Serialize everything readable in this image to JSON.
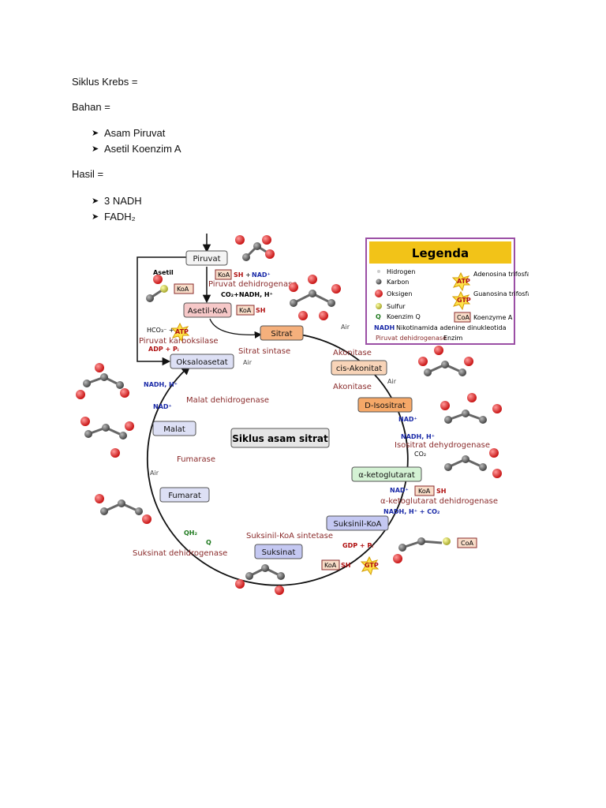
{
  "doc": {
    "siklus": "Siklus Krebs =",
    "bahan": "Bahan =",
    "bahan_items": [
      "Asam Piruvat",
      "Asetil Koenzim A"
    ],
    "hasil": "Hasil =",
    "hasil_items": [
      "3 NADH",
      "FADH₂"
    ]
  },
  "diagram": {
    "center_title": "Siklus asam sitrat",
    "metabolites": {
      "piruvat": "Piruvat",
      "asetil_koa": "Asetil-KoA",
      "sitrat": "Sitrat",
      "cis_akonitat": "cis-Akonitat",
      "d_isositrat": "D-Isositrat",
      "a_ketoglutarat": "α-ketoglutarat",
      "suksinil_koa": "Suksinil-KoA",
      "suksinat": "Suksinat",
      "fumarat": "Fumarat",
      "malat": "Malat",
      "oksaloasetat": "Oksaloasetat"
    },
    "enzymes": {
      "piruvat_dehidrogenase": "Piruvat dehidrogenase",
      "piruvat_karboksilase": "Piruvat karboksilase",
      "sitrat_sintase": "Sitrat sintase",
      "akonitase_1": "Akonitase",
      "akonitase_2": "Akonitase",
      "isositrat_dehydrogenase": "Isositrat dehydrogenase",
      "a_ketoglutarat_dehidrogenase": "α-ketoglutarat dehidrogenase",
      "suksinil_koa_sintetase": "Suksinil-KoA sintetase",
      "suksinat_dehidrogenase": "Suksinat dehidrogenase",
      "fumarase": "Fumarase",
      "malat_dehidrogenase": "Malat dehidrogenase"
    },
    "cofactors": {
      "asetil": "Asetil",
      "koa": "KoA",
      "sh": "SH",
      "plus": "+",
      "nad_plus": "NAD⁺",
      "co2_nadh": "CO₂+NADH, H⁺",
      "hco3": "HCO₃⁻ +",
      "atp": "ATP",
      "adp_pi": "ADP + Pᵢ",
      "air": "Air",
      "nadh_h": "NADH, H⁺",
      "co2": "CO₂",
      "nadh_h_co2": "NADH, H⁺ + CO₂",
      "gdp_pi": "GDP + Pᵢ",
      "gtp": "GTP",
      "qh2": "QH₂",
      "q": "Q"
    },
    "colors": {
      "legend_header": "#f2c318",
      "legend_border": "#9b4fa5",
      "cycle_arrow": "#111111",
      "enzyme_text": "#8a2b2b",
      "nad_blue": "#1a2aa8",
      "red_product": "#b01010",
      "atom_oxygen": "#d81e1e",
      "atom_carbon": "#555555",
      "atom_sulfur": "#c8c83c"
    }
  },
  "legend": {
    "title": "Legenda",
    "items": {
      "hidrogen": "Hidrogen",
      "karbon": "Karbon",
      "oksigen": "Oksigen",
      "sulfur": "Sulfur",
      "koenzim_q": "Koenzim Q",
      "q": "Q",
      "adenosina": "Adenosina trifosfat",
      "guanosina": "Guanosina trifosfat",
      "atp": "ATP",
      "gtp": "GTP",
      "coa": "CoA",
      "koenzyme_a": "Koenzyme A",
      "nadh": "NADH",
      "nadh_desc": "Nikotinamida adenine dinukleotida",
      "piruvat_dh": "Piruvat dehidrogenase",
      "enzim": "Enzim"
    }
  }
}
